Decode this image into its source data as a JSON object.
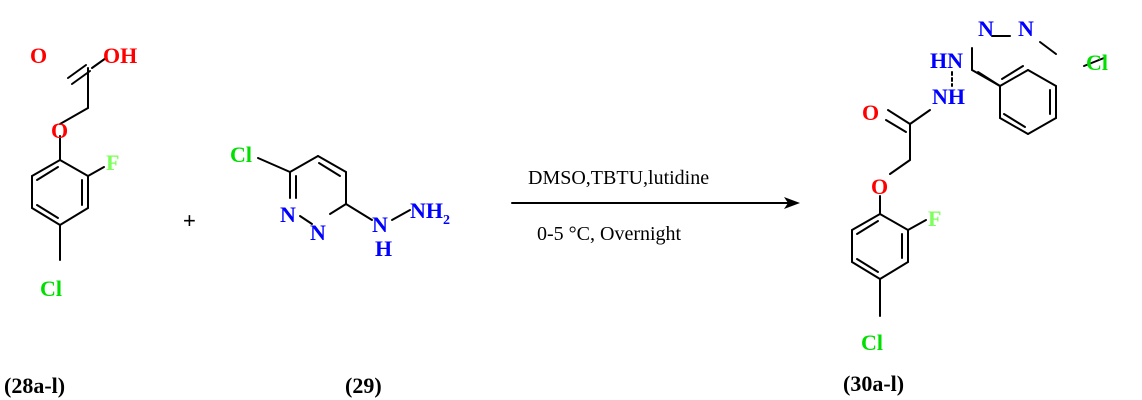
{
  "colors": {
    "oxygen": "#ff0000",
    "nitrogen": "#0000ff",
    "chlorine": "#00e000",
    "fluorine": "#7cff5a",
    "bond": "#000000"
  },
  "reactant1": {
    "label": "(28a-l)",
    "atoms": {
      "o_carbonyl": "O",
      "oh": "OH",
      "o_ether": "O",
      "f": "F",
      "cl": "Cl"
    }
  },
  "plus": "+",
  "reactant2": {
    "label": "(29)",
    "atoms": {
      "cl": "Cl",
      "n1": "N",
      "n2": "N",
      "nh_n": "N",
      "nh_h": "H",
      "nh2_n": "NH",
      "nh2_sub": "2"
    }
  },
  "reaction": {
    "condition_top": "DMSO,TBTU,lutidine",
    "condition_bottom": "0-5 °C, Overnight"
  },
  "product": {
    "label": "(30a-l)",
    "atoms": {
      "n1": "N",
      "n2": "N",
      "cl_ring": "Cl",
      "hn": "HN",
      "nh": "NH",
      "o_carbonyl": "O",
      "o_ether": "O",
      "f": "F",
      "cl": "Cl"
    }
  }
}
